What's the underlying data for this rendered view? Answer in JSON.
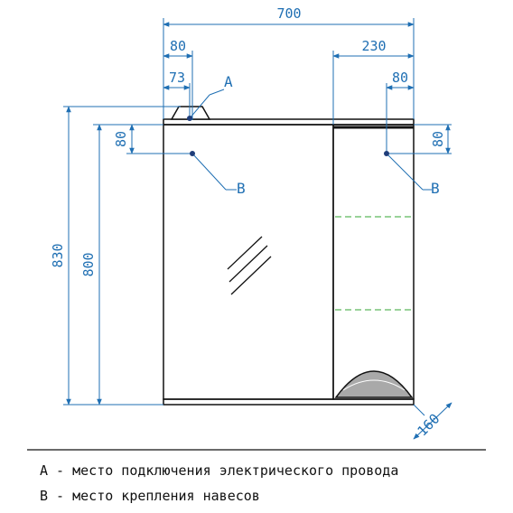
{
  "dimensions": {
    "overall_width": "700",
    "left_offset": "80",
    "right_section_width": "230",
    "wire_offset": "73",
    "right_hanger_offset": "80",
    "left_hanger_drop": "80",
    "right_hanger_drop": "80",
    "total_height": "830",
    "body_height": "800",
    "depth": "160"
  },
  "labels": {
    "a": "A",
    "b_left": "B",
    "b_right": "B"
  },
  "legend": {
    "a": "А - место подключения электрического провода",
    "b": "В - место крепления навесов"
  },
  "colors": {
    "dimension": "#1f6fb3",
    "outline": "#111111",
    "shelf": "#5cb85c"
  }
}
